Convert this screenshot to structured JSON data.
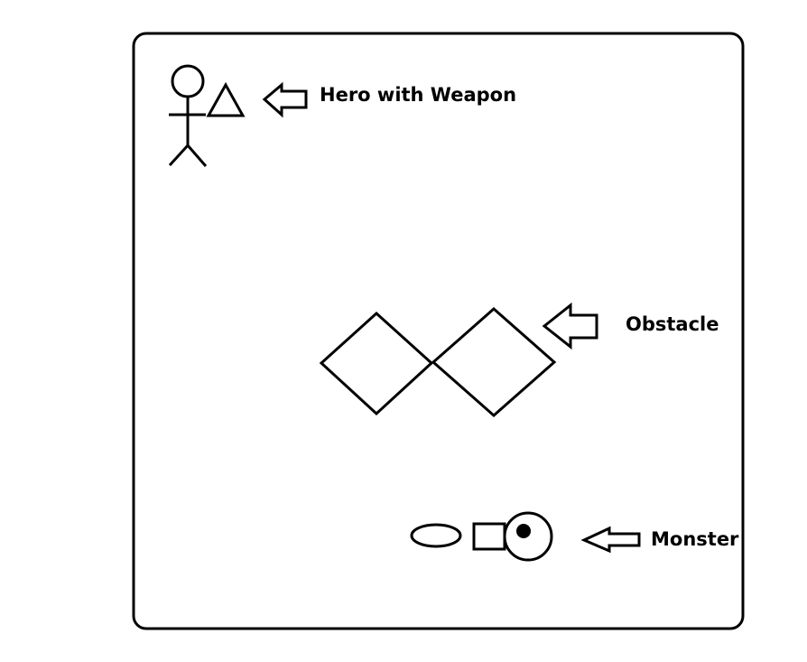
{
  "labels": {
    "hero": "Hero with Weapon",
    "obstacle": "Obstacle",
    "monster": "Monster"
  },
  "colors": {
    "stroke": "#000000",
    "background": "#ffffff"
  }
}
